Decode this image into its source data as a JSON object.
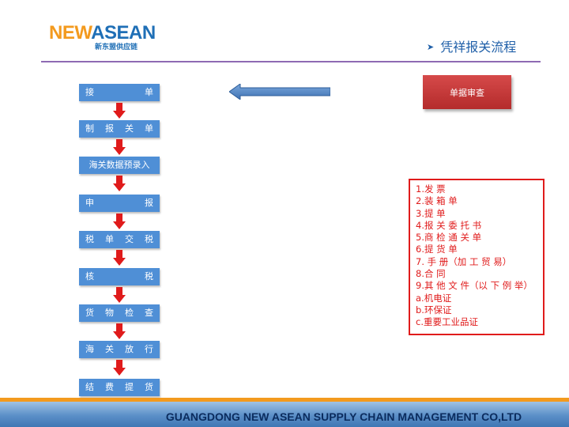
{
  "logo": {
    "word_part1": "NEW",
    "word_part2": "ASEAN",
    "sub": "新东盟供应链"
  },
  "title": "凭祥报关流程",
  "flow_steps": [
    {
      "label": "接　　单"
    },
    {
      "label": "制报关单"
    },
    {
      "label": "海关数据预录入"
    },
    {
      "label": "申　　报"
    },
    {
      "label": "税单交税"
    },
    {
      "label": "核　　税"
    },
    {
      "label": "货物检查"
    },
    {
      "label": "海关放行"
    },
    {
      "label": "结费提货"
    }
  ],
  "review_box": {
    "label": "单据审查"
  },
  "documents": [
    "1.发 票",
    "2.装 箱 单",
    "3.提 单",
    "4.报 关 委 托 书",
    "5.商 检 通 关 单",
    "6.提 货 单",
    "7. 手 册（加 工 贸 易）",
    "8.合 同",
    "9.其 他 文 件（以 下 例 举）",
    "a.机电证",
    "b.环保证",
    "c.重要工业品证"
  ],
  "footer": {
    "company": "GUANGDONG  NEW  ASEAN SUPPLY CHAIN MANAGEMENT CO,LTD"
  },
  "colors": {
    "step_blue": "#4f8fd6",
    "arrow_red": "#e01b1b",
    "box_red": "#c43838",
    "accent_orange": "#f39a1e",
    "rule_purple": "#8e6ab3"
  }
}
